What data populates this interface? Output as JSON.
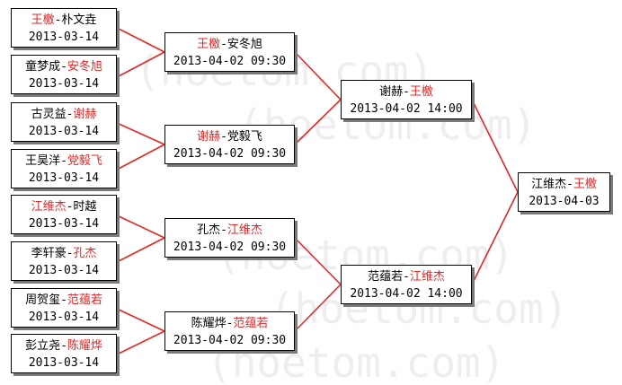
{
  "watermark": "(hoetom.com)",
  "round1": [
    {
      "p1": "王檄",
      "p2": "朴文垚",
      "winner": 1,
      "date": "2013-03-14"
    },
    {
      "p1": "童梦成",
      "p2": "安冬旭",
      "winner": 2,
      "date": "2013-03-14"
    },
    {
      "p1": "古灵益",
      "p2": "谢赫",
      "winner": 2,
      "date": "2013-03-14"
    },
    {
      "p1": "王昊洋",
      "p2": "党毅飞",
      "winner": 2,
      "date": "2013-03-14"
    },
    {
      "p1": "江维杰",
      "p2": "时越",
      "winner": 1,
      "date": "2013-03-14"
    },
    {
      "p1": "李轩豪",
      "p2": "孔杰",
      "winner": 2,
      "date": "2013-03-14"
    },
    {
      "p1": "周贺玺",
      "p2": "范蕴若",
      "winner": 2,
      "date": "2013-03-14"
    },
    {
      "p1": "彭立尧",
      "p2": "陈耀烨",
      "winner": 2,
      "date": "2013-03-14"
    }
  ],
  "round2": [
    {
      "p1": "王檄",
      "p2": "安冬旭",
      "winner": 1,
      "date": "2013-04-02 09:30"
    },
    {
      "p1": "谢赫",
      "p2": "党毅飞",
      "winner": 1,
      "date": "2013-04-02 09:30"
    },
    {
      "p1": "孔杰",
      "p2": "江维杰",
      "winner": 2,
      "date": "2013-04-02 09:30"
    },
    {
      "p1": "陈耀烨",
      "p2": "范蕴若",
      "winner": 2,
      "date": "2013-04-02 09:30"
    }
  ],
  "semifinal": [
    {
      "p1": "谢赫",
      "p2": "王檄",
      "winner": 2,
      "date": "2013-04-02 14:00"
    },
    {
      "p1": "范蕴若",
      "p2": "江维杰",
      "winner": 2,
      "date": "2013-04-02 14:00"
    }
  ],
  "final": {
    "p1": "江维杰",
    "p2": "王檄",
    "winner": 2,
    "date": "2013-04-03"
  },
  "colors": {
    "winner": "#e32626",
    "line": "#e32626",
    "text": "#000000",
    "shadow": "#7a7a7a"
  }
}
